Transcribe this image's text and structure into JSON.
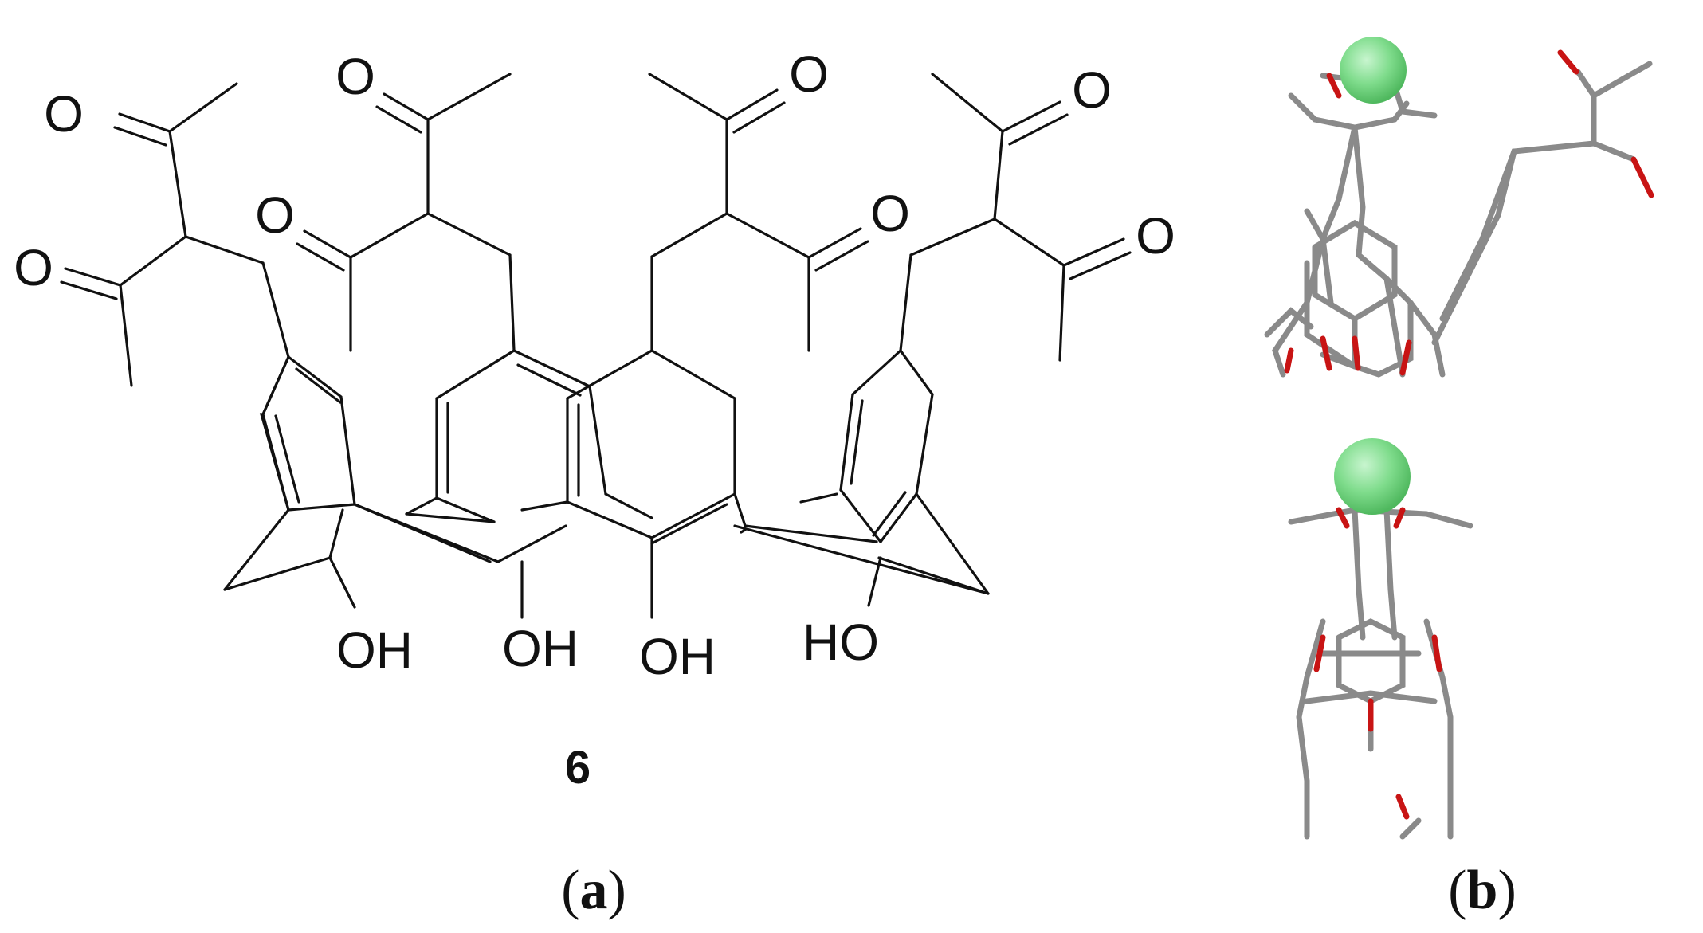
{
  "figure": {
    "panel_a": {
      "caption_open": "(",
      "caption_letter": "a",
      "caption_close": ")",
      "compound_label": "6",
      "atom_o": "O",
      "oh_labels": [
        "OH",
        "OH",
        "OH",
        "HO"
      ]
    },
    "panel_b": {
      "caption_open": "(",
      "caption_letter": "b",
      "caption_close": ")"
    },
    "colors": {
      "bond": "#111111",
      "carbon_stick": "#8a8a8a",
      "oxygen_stick": "#c81414",
      "metal_sphere": "#7fdc8c"
    }
  }
}
